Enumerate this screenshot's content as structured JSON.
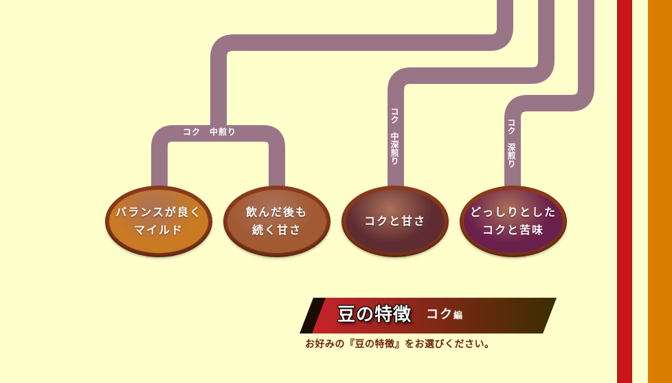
{
  "branch_labels": {
    "middle_roast": "コク　中煎り",
    "medium_dark": "コク　中深煎り",
    "dark": "コク　深煎り"
  },
  "beans": [
    {
      "line1": "バランスが良く",
      "line2": "マイルド",
      "color": "#c97a22"
    },
    {
      "line1": "飲んだ後も",
      "line2": "続く甘さ",
      "color": "#a15a32"
    },
    {
      "line1": "コクと甘さ",
      "line2": "",
      "color": "#5e2c31"
    },
    {
      "line1": "どっしりとした",
      "line2": "コクと苦味",
      "color": "#6b1f4c"
    }
  ],
  "caption": {
    "title": "豆の特徴",
    "subtitle": "コク",
    "subtitle_suffix": "編",
    "instruction": "お好みの『豆の特徴』をお選びください。"
  },
  "colors": {
    "background": "#ffffcc",
    "pipe": "#9a7587",
    "stripe_red": "#c8141a",
    "stripe_orange": "#d97d00",
    "caption_red": "#c8232b",
    "caption_dark": "#3a2e00",
    "bean_border": "#8a3a1a"
  }
}
